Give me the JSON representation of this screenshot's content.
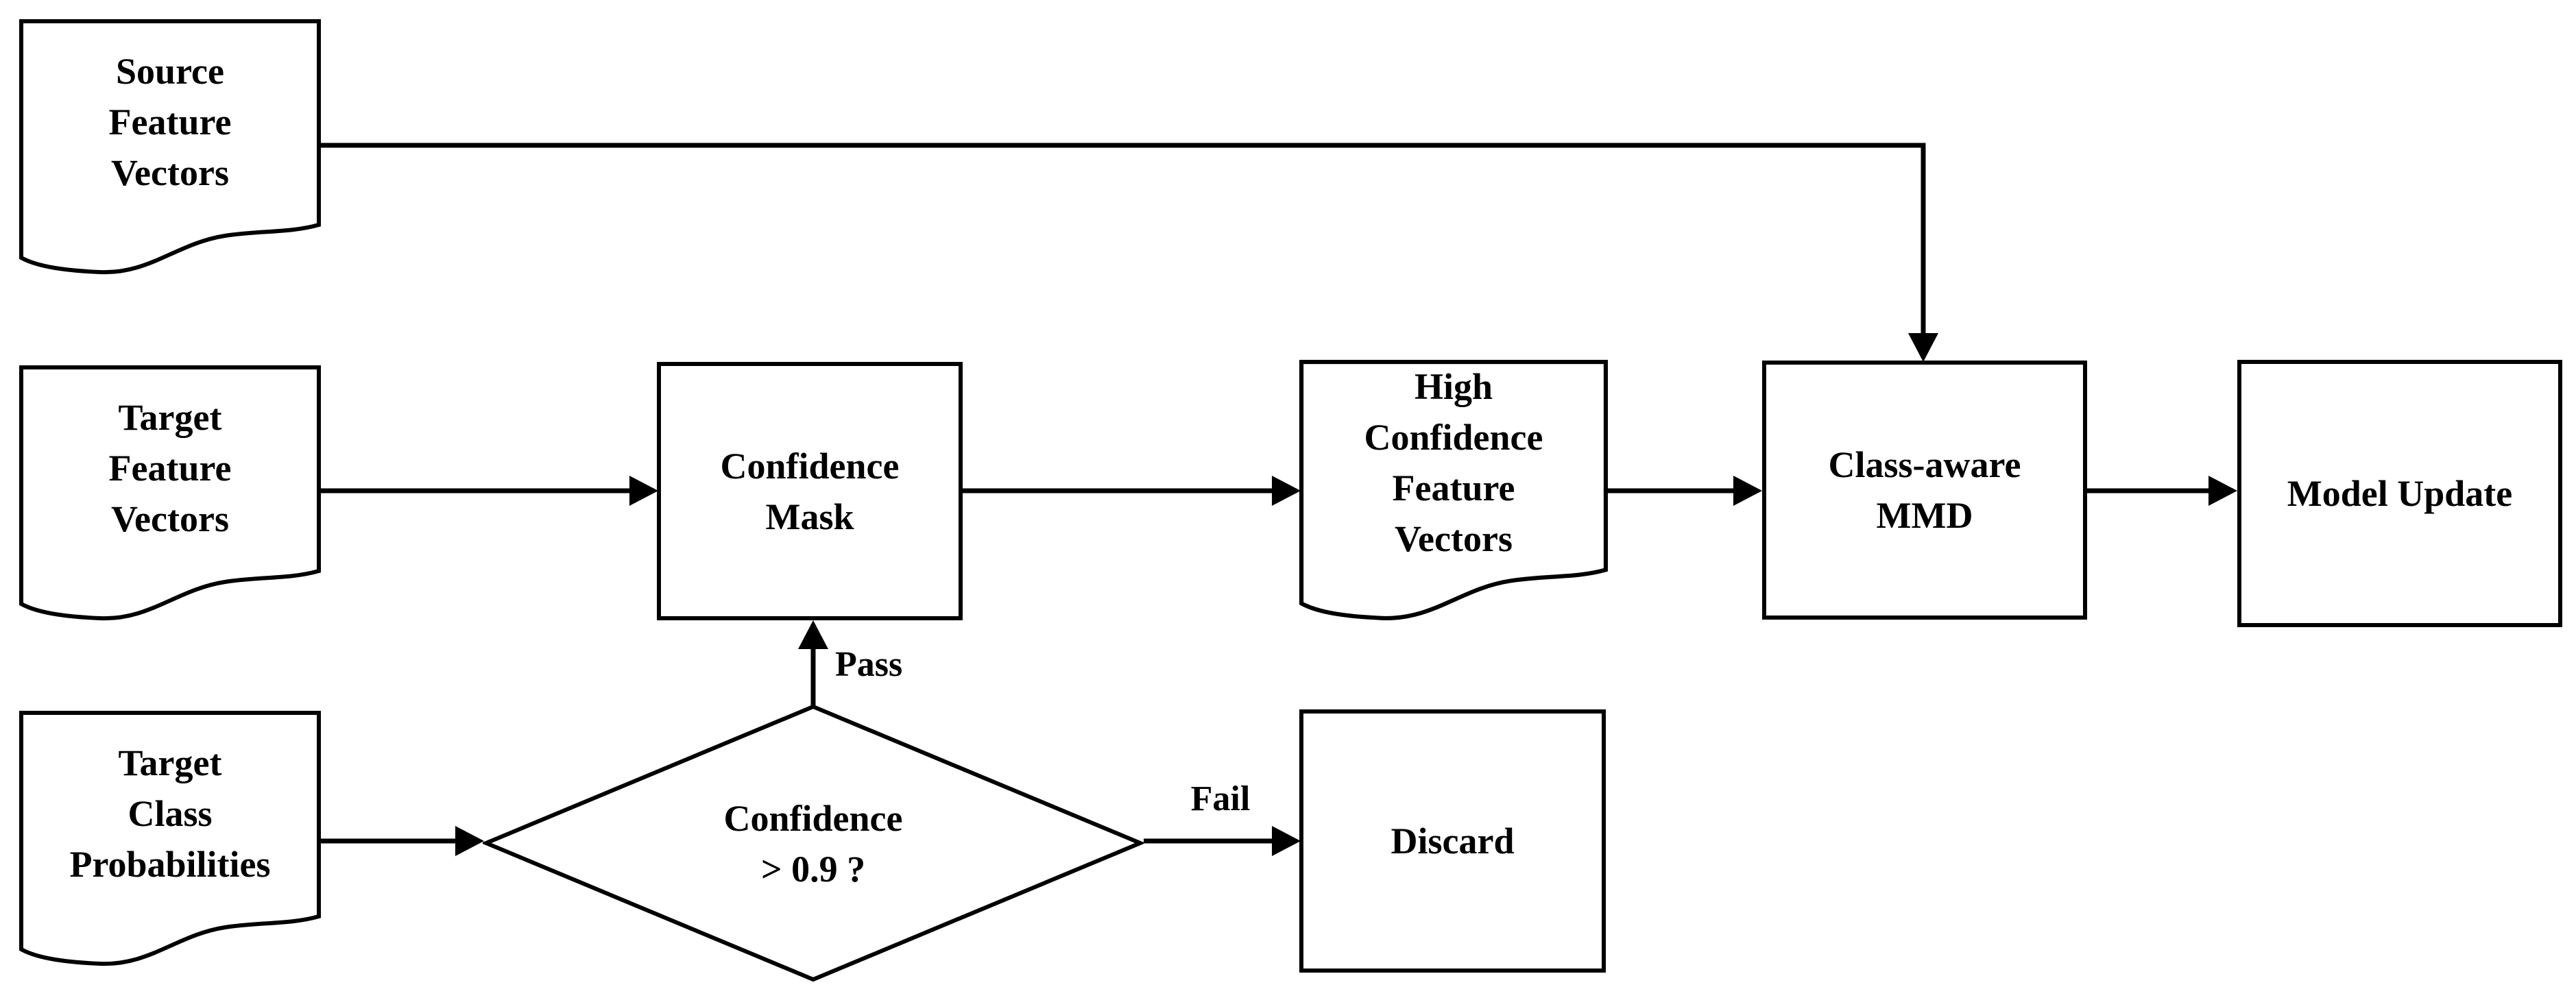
{
  "page": {
    "background": "#ffffff"
  },
  "diagram": {
    "type": "flowchart",
    "colors": {
      "stroke": "#000000",
      "node_fill": "#ffffff",
      "text": "#000000"
    },
    "nodes": {
      "source_feature_vectors": {
        "shape": "document",
        "label": "Source\nFeature\nVectors"
      },
      "target_feature_vectors": {
        "shape": "document",
        "label": "Target\nFeature\nVectors"
      },
      "target_class_probabilities": {
        "shape": "document",
        "label": "Target\nClass\nProbabilities"
      },
      "confidence_mask": {
        "shape": "process",
        "label": "Confidence\nMask"
      },
      "high_confidence_feature_vectors": {
        "shape": "document",
        "label": "High\nConfidence\nFeature\nVectors"
      },
      "class_aware_mmd": {
        "shape": "process",
        "label": "Class-aware\nMMD"
      },
      "model_update": {
        "shape": "process",
        "label": "Model Update"
      },
      "confidence_decision": {
        "shape": "decision",
        "label": "Confidence\n> 0.9 ?"
      },
      "discard": {
        "shape": "process",
        "label": "Discard"
      }
    },
    "edge_labels": {
      "pass": "Pass",
      "fail": "Fail"
    }
  }
}
